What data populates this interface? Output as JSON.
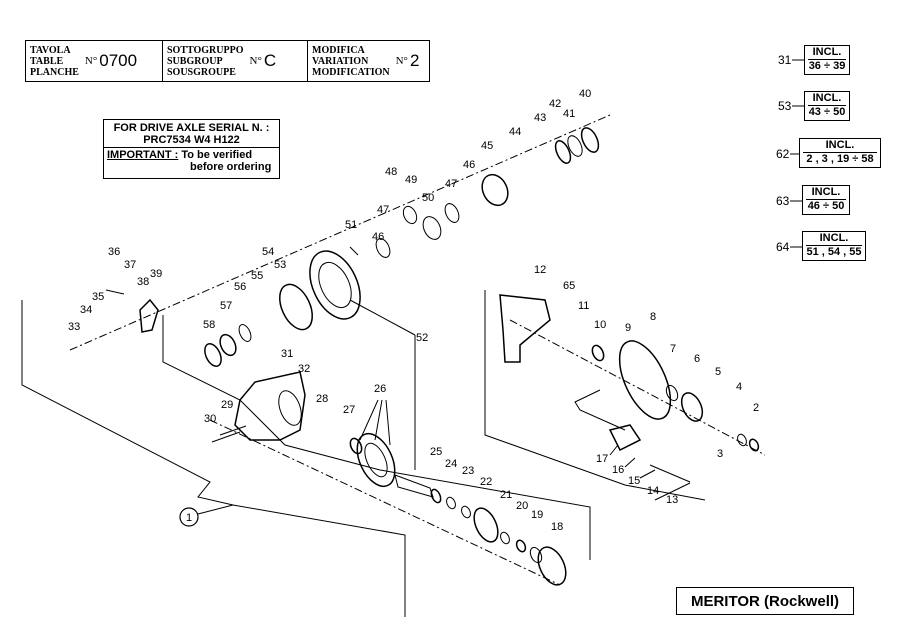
{
  "header": {
    "tavola_labels": [
      "TAVOLA",
      "TABLE",
      "PLANCHE"
    ],
    "tavola_no": "N°",
    "tavola_value": "0700",
    "group_labels": [
      "SOTTOGRUPPO",
      "SUBGROUP",
      "SOUSGROUPE"
    ],
    "group_no": "N°",
    "group_value": "C",
    "mod_labels": [
      "MODIFICA",
      "VARIATION",
      "MODIFICATION"
    ],
    "mod_no": "N°",
    "mod_value": "2"
  },
  "serial_box": {
    "line1": "FOR DRIVE AXLE  SERIAL N. :",
    "line2": "PRC7534 W4 H122",
    "important": "IMPORTANT :",
    "note1": "To be verified",
    "note2": "before ordering"
  },
  "includes": [
    {
      "no": "31",
      "incl": "INCL.",
      "range": "36 ÷ 39"
    },
    {
      "no": "53",
      "incl": "INCL.",
      "range": "43 ÷ 50"
    },
    {
      "no": "62",
      "incl": "INCL.",
      "range": "2 , 3 , 19 ÷ 58"
    },
    {
      "no": "63",
      "incl": "INCL.",
      "range": "46 ÷ 50"
    },
    {
      "no": "64",
      "incl": "INCL.",
      "range": "51 , 54 , 55"
    }
  ],
  "brand": "MERITOR (Rockwell)",
  "callouts": [
    "1",
    "2",
    "3",
    "4",
    "5",
    "6",
    "7",
    "8",
    "9",
    "10",
    "11",
    "12",
    "13",
    "14",
    "15",
    "16",
    "17",
    "18",
    "19",
    "20",
    "21",
    "22",
    "23",
    "24",
    "25",
    "26",
    "27",
    "28",
    "29",
    "30",
    "31",
    "32",
    "33",
    "34",
    "35",
    "36",
    "37",
    "38",
    "39",
    "40",
    "41",
    "42",
    "43",
    "44",
    "45",
    "46",
    "47",
    "48",
    "49",
    "50",
    "51",
    "52",
    "53",
    "54",
    "55",
    "56",
    "57",
    "58",
    "65"
  ]
}
